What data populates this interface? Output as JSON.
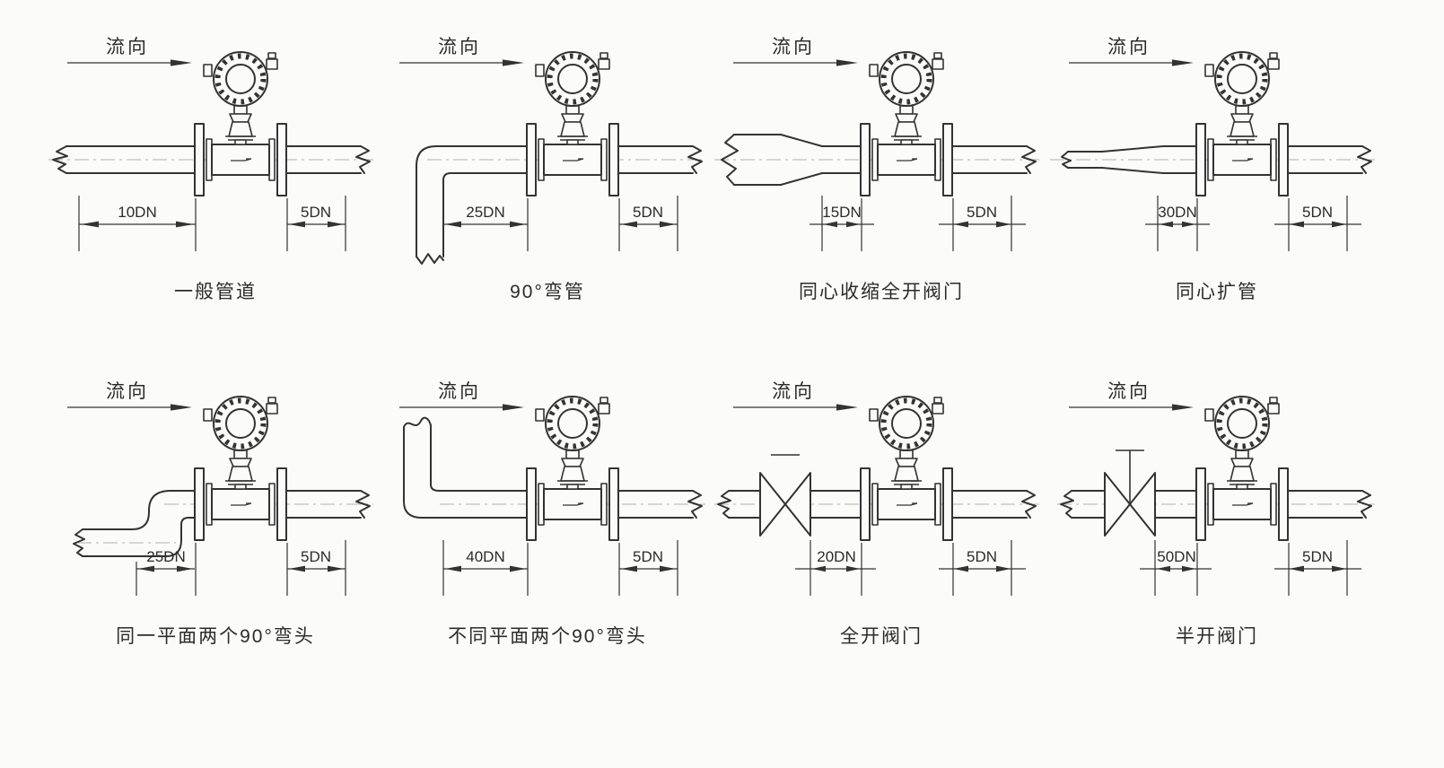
{
  "flow_label": "流向",
  "panels": [
    {
      "caption": "一般管道",
      "upstream": "10DN",
      "downstream": "5DN"
    },
    {
      "caption": "90°弯管",
      "upstream": "25DN",
      "downstream": "5DN"
    },
    {
      "caption": "同心收缩全开阀门",
      "upstream": "15DN",
      "downstream": "5DN"
    },
    {
      "caption": "同心扩管",
      "upstream": "30DN",
      "downstream": "5DN"
    },
    {
      "caption": "同一平面两个90°弯头",
      "upstream": "25DN",
      "downstream": "5DN"
    },
    {
      "caption": "不同平面两个90°弯头",
      "upstream": "40DN",
      "downstream": "5DN"
    },
    {
      "caption": "全开阀门",
      "upstream": "20DN",
      "downstream": "5DN"
    },
    {
      "caption": "半开阀门",
      "upstream": "50DN",
      "downstream": "5DN"
    }
  ],
  "icons": {
    "flow_meter": "flowmeter-with-transmitter-head",
    "valve": "bowtie-valve-symbol"
  },
  "colors": {
    "line": "#333333",
    "centerline": "#b0b0b0",
    "background": "#fbfbfa",
    "text": "#2b2b2b"
  }
}
